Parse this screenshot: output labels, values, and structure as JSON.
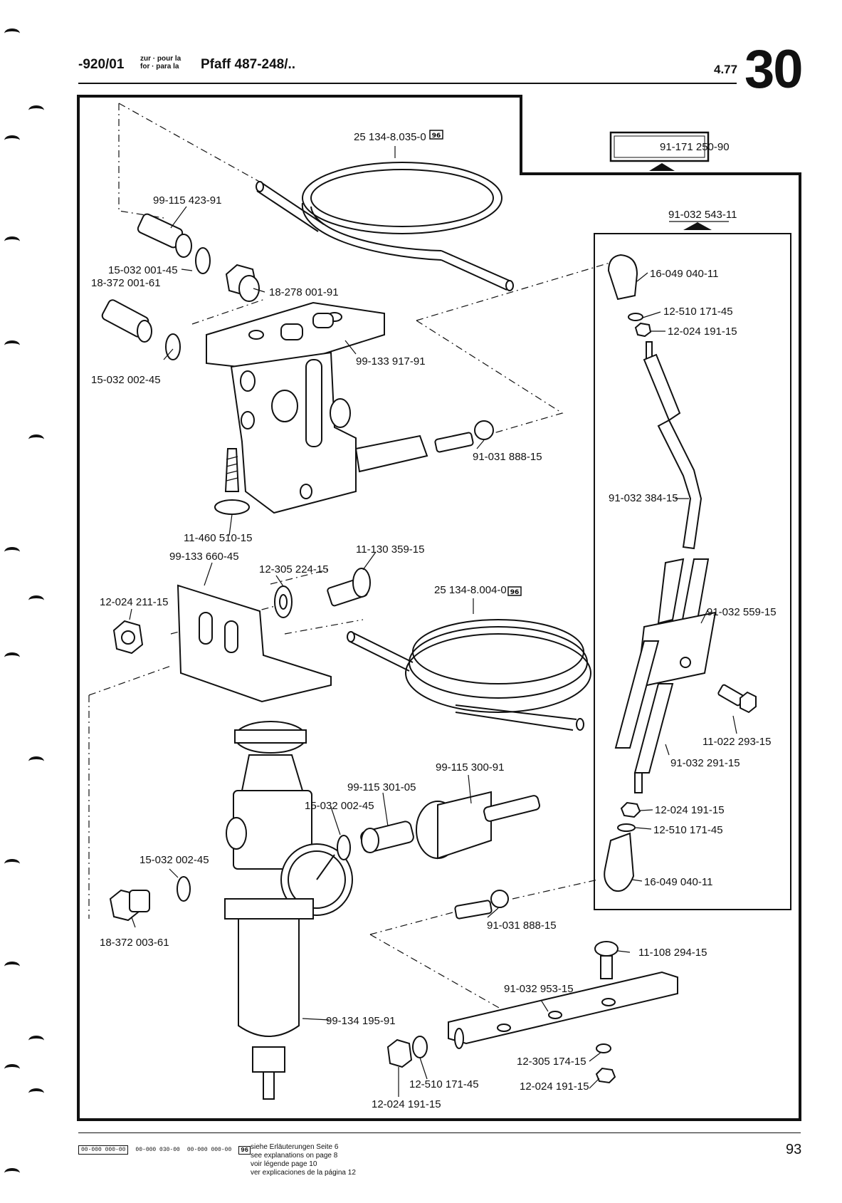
{
  "header": {
    "code": "-920/01",
    "small_text_line1": "zur · pour la",
    "small_text_line2": "for · para la",
    "model": "Pfaff 487-248/..",
    "date": "4.77",
    "section_number": "30"
  },
  "diagram": {
    "boxed_label": "91-171 250-90",
    "sub_assembly_label": "91-032 543-11",
    "part_labels": [
      "25 134-8.035-0",
      "99-115 423-91",
      "15-032 001-45",
      "18-372 001-61",
      "18-278 001-91",
      "15-032 002-45",
      "99-133 917-91",
      "91-031 888-15",
      "11-460 510-15",
      "99-133 660-45",
      "11-130 359-15",
      "12-305 224-15",
      "12-024 211-15",
      "25 134-8.004-0",
      "99-115 300-91",
      "99-115 301-05",
      "15-032 002-45",
      "15-032 002-45",
      "18-372 003-61",
      "91-031 888-15",
      "11-108 294-15",
      "91-032 953-15",
      "99-134 195-91",
      "12-305 174-15",
      "12-510 171-45",
      "12-024 191-15",
      "12-024 191-15",
      "16-049 040-11",
      "12-510 171-45",
      "12-024 191-15",
      "91-032 384-15",
      "91-032 559-15",
      "11-022 293-15",
      "91-032 291-15",
      "12-024 191-15",
      "12-510 171-45",
      "16-049 040-11"
    ],
    "catalog_icon_text": "96"
  },
  "footer": {
    "code_boxed": "00-000 000-00",
    "code_2": "00-000 030-00",
    "code_3": "00-000 000-00",
    "icon_text": "96",
    "note_de": "siehe Erläuterungen Seite 6",
    "note_en": "see explanations on page 8",
    "note_fr": "voir légende page 10",
    "note_es": "ver explicaciones de la página 12",
    "page_number": "93"
  }
}
